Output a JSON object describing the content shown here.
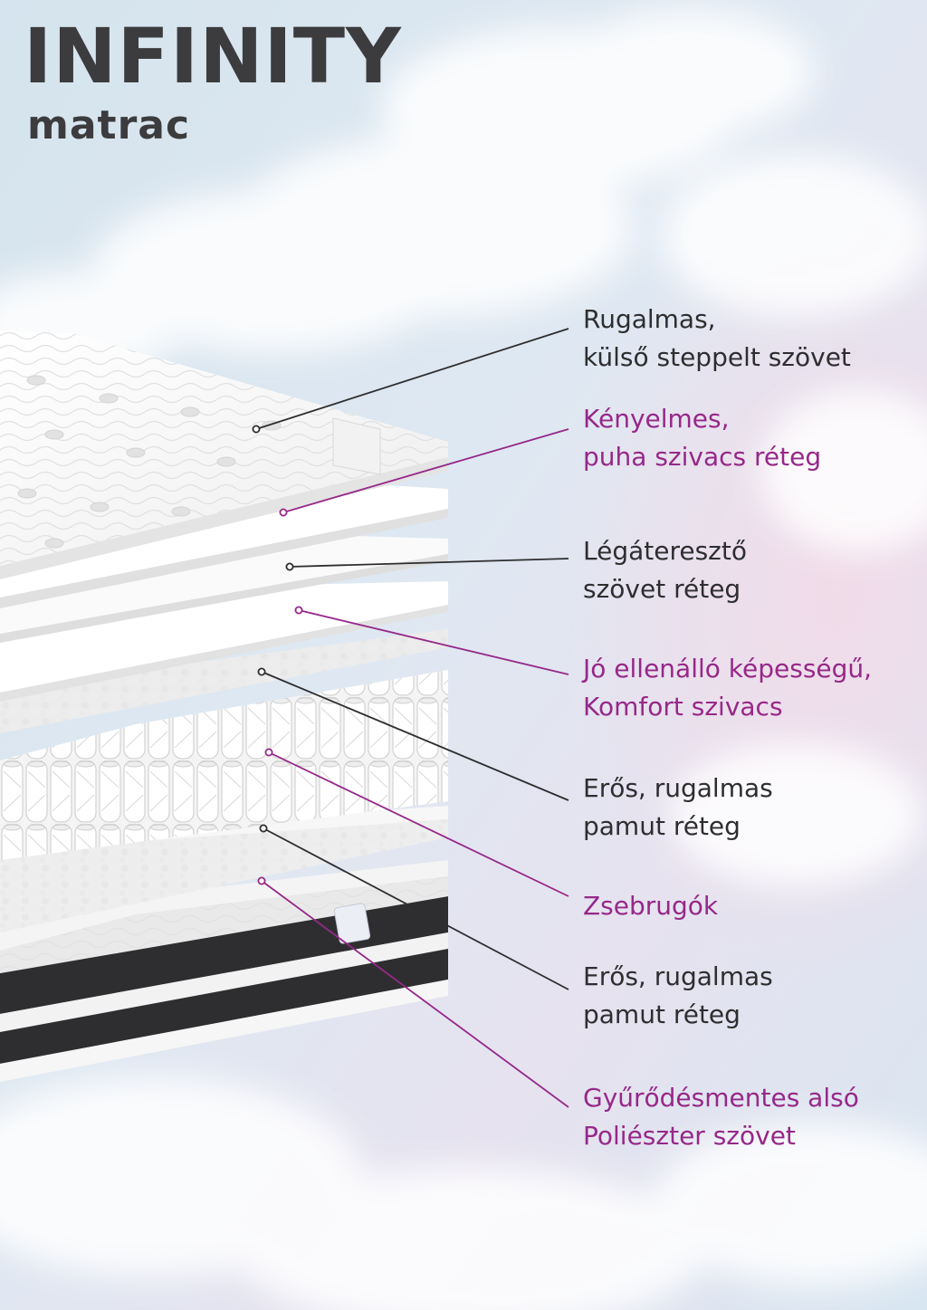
{
  "title": "INFINITY",
  "subtitle": "matrac",
  "colors": {
    "dark": "#2e2e30",
    "accent": "#962889",
    "text": "#3c3c3e"
  },
  "layers": [
    {
      "id": "outer-fabric",
      "lines": [
        "Rugalmas,",
        "külső steppelt szövet"
      ],
      "color": "dark"
    },
    {
      "id": "soft-foam",
      "lines": [
        "Kényelmes,",
        "puha szivacs réteg"
      ],
      "color": "accent"
    },
    {
      "id": "breathable-fabric",
      "lines": [
        "Légáteresztő",
        "szövet réteg"
      ],
      "color": "dark"
    },
    {
      "id": "comfort-foam",
      "lines": [
        "Jó ellenálló képességű,",
        "Komfort szivacs"
      ],
      "color": "accent"
    },
    {
      "id": "cotton-top",
      "lines": [
        "Erős, rugalmas",
        "pamut réteg"
      ],
      "color": "dark"
    },
    {
      "id": "pocket-springs",
      "lines": [
        "Zsebrugók"
      ],
      "color": "accent"
    },
    {
      "id": "cotton-bottom",
      "lines": [
        "Erős, rugalmas",
        "pamut réteg"
      ],
      "color": "dark"
    },
    {
      "id": "bottom-fabric",
      "lines": [
        "Gyűrődésmentes alsó",
        "Poliészter szövet"
      ],
      "color": "accent"
    }
  ]
}
